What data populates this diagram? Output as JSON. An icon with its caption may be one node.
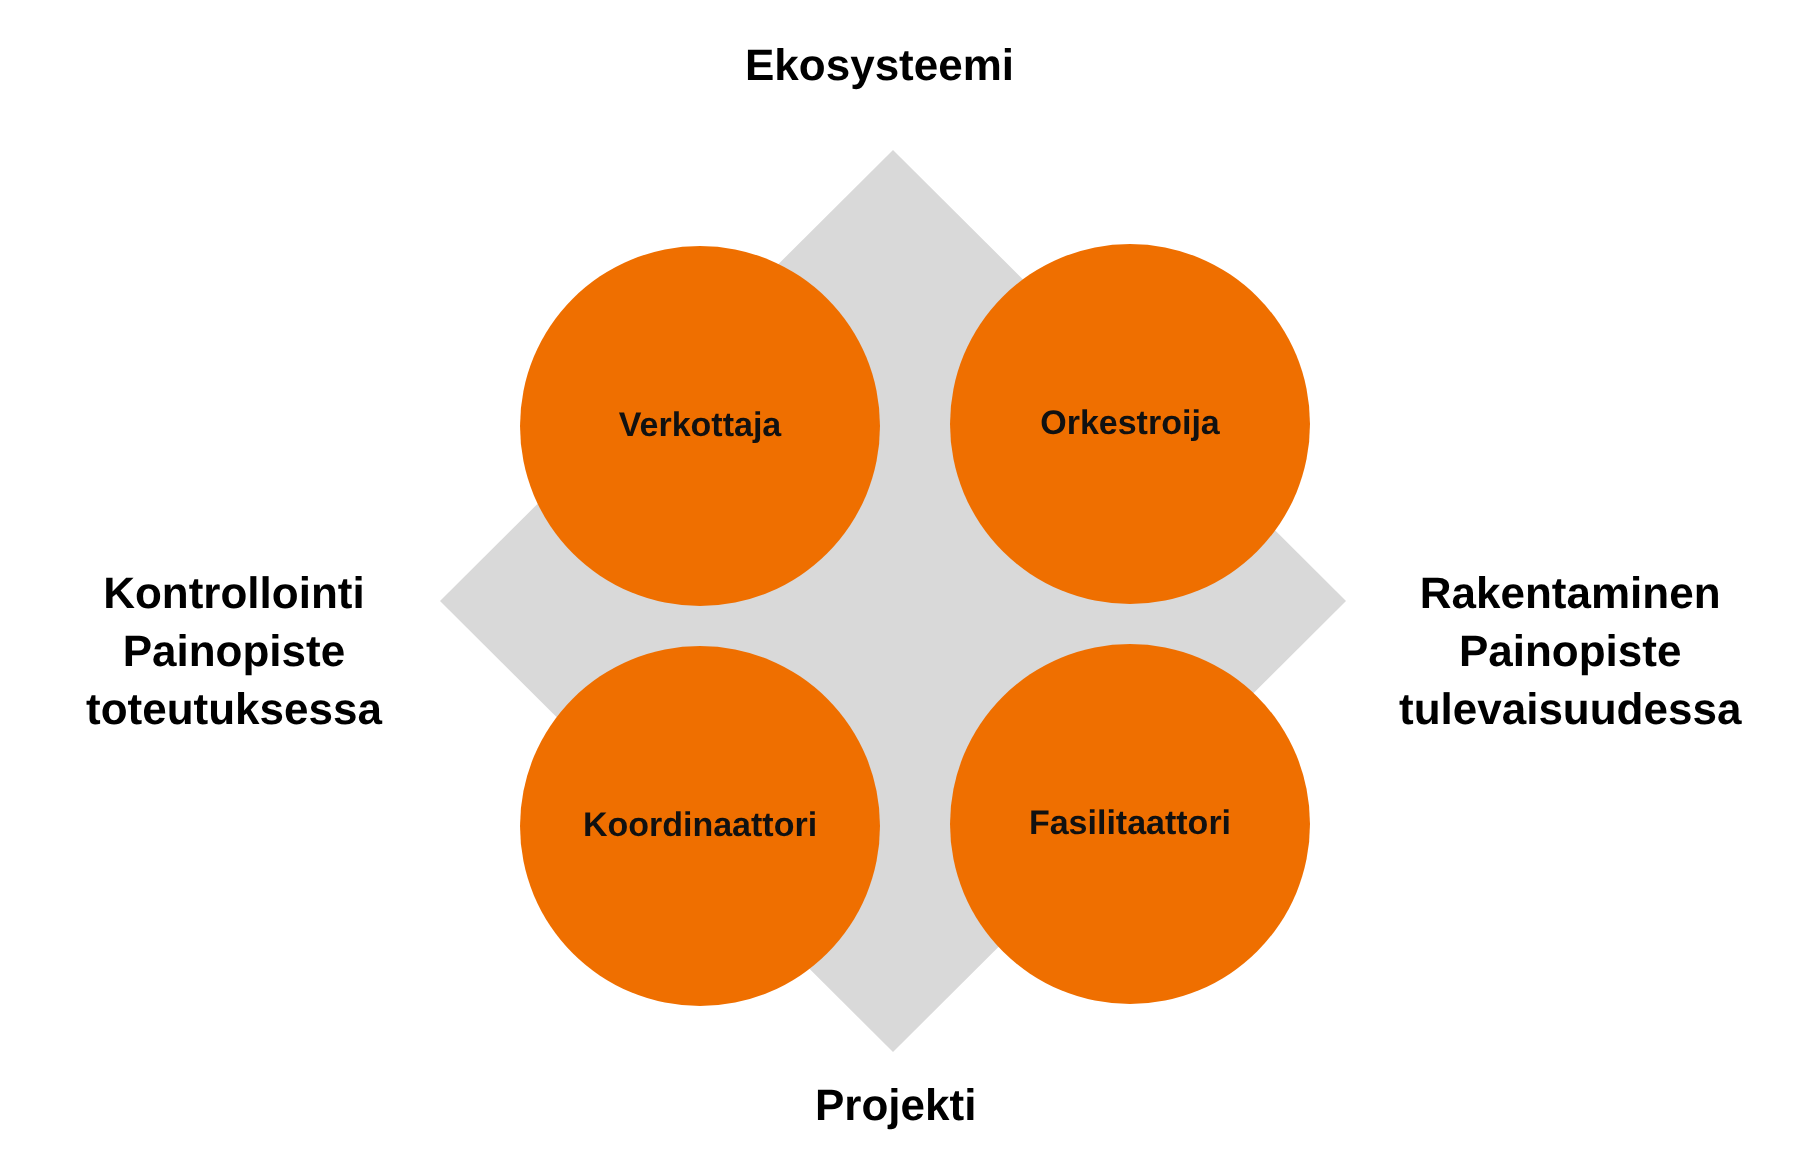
{
  "diagram": {
    "nodes": [
      {
        "text": [],
        "shape": "diamond"
      },
      {
        "text": [
          "Verkottaja"
        ],
        "in": 0
      },
      {
        "text": [
          "Orkestroija"
        ],
        "in": 0
      },
      {
        "text": [
          "Koordinaattori"
        ],
        "in": 0
      },
      {
        "text": [
          "Fasilitaattori"
        ],
        "in": 0
      }
    ],
    "labels": [
      "Ekosysteemi",
      "Kontrollointi Painopiste toteutuksessa",
      "Rakentaminen Painopiste tulevaisuudessa",
      "Projekti"
    ]
  }
}
